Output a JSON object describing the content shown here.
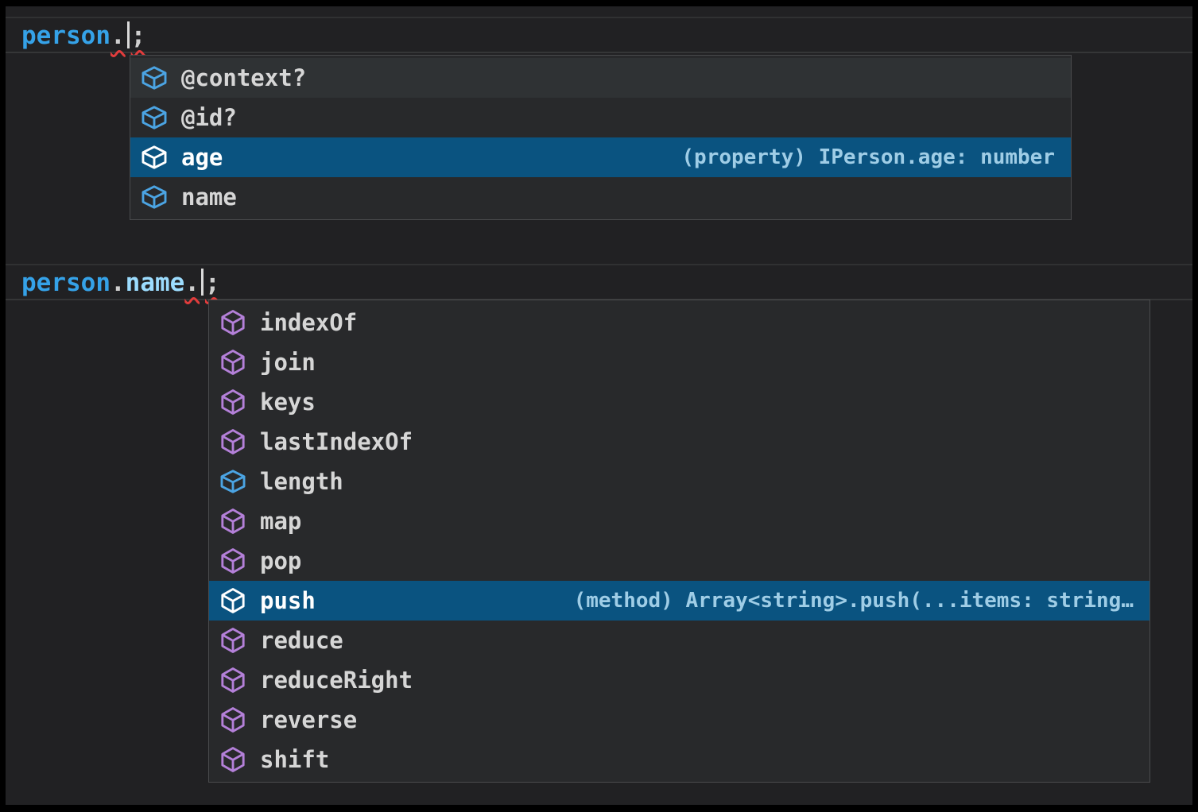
{
  "app": "code-editor-intellisense",
  "colors": {
    "editor_background": "#212123",
    "popup_background": "#28292b",
    "popup_border": "#4a4b4d",
    "selection_background": "#0a5380",
    "hover_background": "#2f3234",
    "variable_color": "#35a2e8",
    "property_color": "#9cdcfe",
    "field_icon_color": "#4ba4e3",
    "method_icon_color": "#b480d9",
    "squiggle_color": "#e23c3c"
  },
  "sections": [
    {
      "code": [
        {
          "text": "person",
          "style": "variable"
        },
        {
          "text": ".",
          "style": "punct error"
        },
        {
          "text": "",
          "style": "caret"
        },
        {
          "text": ";",
          "style": "punct error"
        }
      ],
      "popup": {
        "items": [
          {
            "label": "@context?",
            "kind": "field",
            "state": "hover",
            "detail": ""
          },
          {
            "label": "@id?",
            "kind": "field",
            "state": "",
            "detail": ""
          },
          {
            "label": "age",
            "kind": "field",
            "state": "selected",
            "detail": "(property) IPerson.age: number"
          },
          {
            "label": "name",
            "kind": "field",
            "state": "",
            "detail": ""
          }
        ]
      }
    },
    {
      "code": [
        {
          "text": "person",
          "style": "variable"
        },
        {
          "text": ".",
          "style": "punct"
        },
        {
          "text": "name",
          "style": "property"
        },
        {
          "text": ".",
          "style": "punct error"
        },
        {
          "text": "",
          "style": "caret"
        },
        {
          "text": ";",
          "style": "punct error"
        }
      ],
      "popup": {
        "items": [
          {
            "label": "indexOf",
            "kind": "method",
            "state": "",
            "detail": ""
          },
          {
            "label": "join",
            "kind": "method",
            "state": "",
            "detail": ""
          },
          {
            "label": "keys",
            "kind": "method",
            "state": "",
            "detail": ""
          },
          {
            "label": "lastIndexOf",
            "kind": "method",
            "state": "",
            "detail": ""
          },
          {
            "label": "length",
            "kind": "field",
            "state": "",
            "detail": ""
          },
          {
            "label": "map",
            "kind": "method",
            "state": "",
            "detail": ""
          },
          {
            "label": "pop",
            "kind": "method",
            "state": "",
            "detail": ""
          },
          {
            "label": "push",
            "kind": "method",
            "state": "selected",
            "detail": "(method) Array<string>.push(...items: string…"
          },
          {
            "label": "reduce",
            "kind": "method",
            "state": "",
            "detail": ""
          },
          {
            "label": "reduceRight",
            "kind": "method",
            "state": "",
            "detail": ""
          },
          {
            "label": "reverse",
            "kind": "method",
            "state": "",
            "detail": ""
          },
          {
            "label": "shift",
            "kind": "method",
            "state": "",
            "detail": ""
          }
        ]
      }
    }
  ]
}
